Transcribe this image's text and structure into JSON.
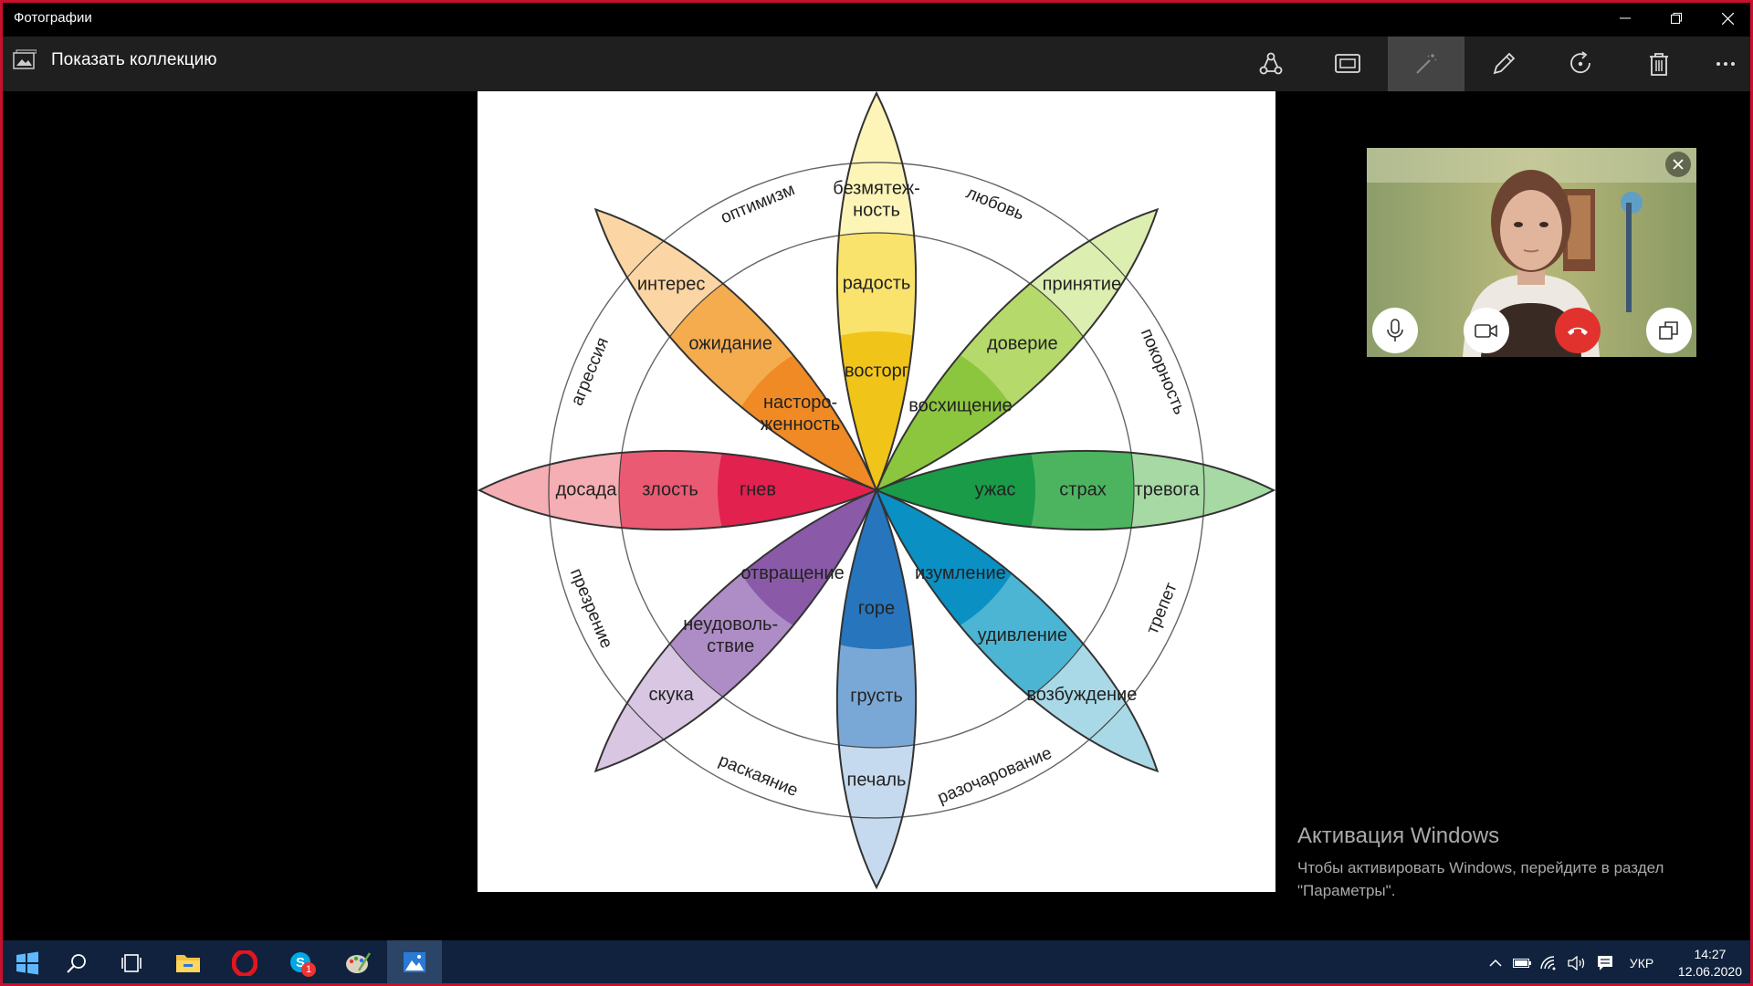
{
  "window": {
    "title": "Фотографии"
  },
  "toolbar": {
    "collection_label": "Показать коллекцию"
  },
  "wheel": {
    "petals": [
      {
        "inner": "восторг",
        "mid": "радость",
        "outer1": "безмятеж-",
        "outer2": "ность",
        "dark": "#f0c419",
        "medium": "#f9e36c",
        "light": "#fdf5b8"
      },
      {
        "inner": "восхищение",
        "mid": "доверие",
        "outer": "принятие",
        "dark": "#8cc63f",
        "medium": "#b5d96b",
        "light": "#dceeb0"
      },
      {
        "inner": "ужас",
        "mid": "страх",
        "outer": "тревога",
        "dark": "#1a9b48",
        "medium": "#4cb45f",
        "light": "#a6d9a4"
      },
      {
        "inner": "изумление",
        "mid": "удивление",
        "outer": "возбуждение",
        "dark": "#0b90c3",
        "medium": "#4bb5d3",
        "light": "#a9d8e6"
      },
      {
        "inner": "горе",
        "mid": "грусть",
        "outer": "печаль",
        "dark": "#2775bc",
        "medium": "#7aa8d6",
        "light": "#c5daee"
      },
      {
        "inner": "отвращение",
        "mid1": "неудоволь-",
        "mid2": "ствие",
        "outer": "скука",
        "dark": "#8a5aa8",
        "medium": "#ae8cc5",
        "light": "#d8c6e3"
      },
      {
        "inner": "гнев",
        "mid": "злость",
        "outer": "досада",
        "dark": "#e2214f",
        "medium": "#ea5a72",
        "light": "#f5aeb3"
      },
      {
        "inner1": "насторо-",
        "inner2": "женность",
        "mid": "ожидание",
        "outer": "интерес",
        "dark": "#ef8a24",
        "medium": "#f5ac4f",
        "light": "#fbd6a4"
      }
    ],
    "dyads": [
      "любовь",
      "покорность",
      "трепет",
      "разочарование",
      "раскаяние",
      "презрение",
      "агрессия",
      "оптимизм"
    ]
  },
  "call": {
    "has_close": true
  },
  "activation": {
    "heading": "Активация Windows",
    "line1": "Чтобы активировать Windows, перейдите в раздел",
    "line2": "\"Параметры\"."
  },
  "taskbar": {
    "skype_badge": "1",
    "lang": "УКР",
    "time": "14:27",
    "date": "12.06.2020"
  }
}
